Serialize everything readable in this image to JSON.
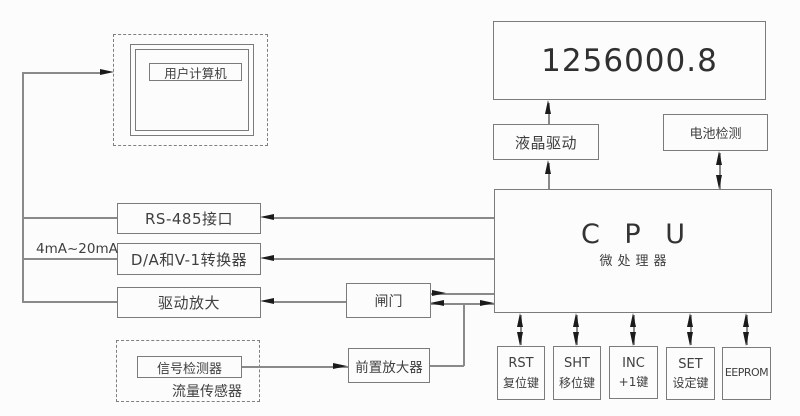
{
  "display": {
    "value": "1256000.8"
  },
  "blocks": {
    "computer": {
      "label": "用户计算机"
    },
    "rs485": {
      "label": "RS-485接口"
    },
    "converter": {
      "label": "D/A和V-1转换器"
    },
    "drive_amp": {
      "label": "驱动放大"
    },
    "gate": {
      "label": "闸门"
    },
    "preamp": {
      "label": "前置放大器"
    },
    "signal_detector": {
      "label": "信号检测器"
    },
    "flow_sensor": {
      "label": "流量传感器"
    },
    "lcd_driver": {
      "label": "液晶驱动"
    },
    "battery_check": {
      "label": "电池检测"
    },
    "cpu": {
      "title": "C P U",
      "subtitle": "微处理器"
    }
  },
  "labels": {
    "current_loop": "4mA~20mA"
  },
  "keys": [
    {
      "top": "RST",
      "bottom": "复位键"
    },
    {
      "top": "SHT",
      "bottom": "移位键"
    },
    {
      "top": "INC",
      "bottom": "+1键"
    },
    {
      "top": "SET",
      "bottom": "设定键"
    },
    {
      "top": "EEPROM",
      "bottom": ""
    }
  ],
  "colors": {
    "line": "#8a8a8a",
    "border": "#7b7b7b",
    "text": "#3f3f3f",
    "arrow": "#1b1b1b",
    "background": "#fcfcfc"
  }
}
